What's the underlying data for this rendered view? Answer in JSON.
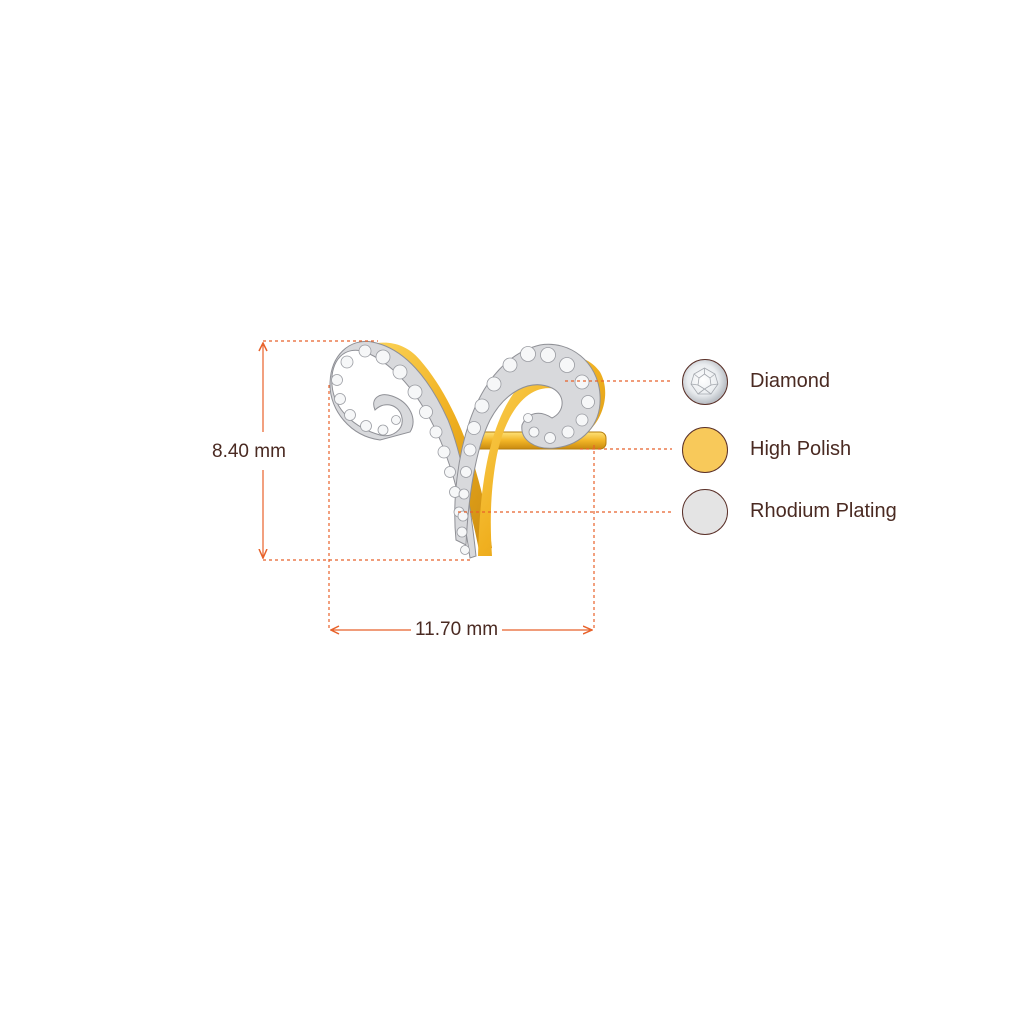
{
  "dimensions": {
    "height": "8.40 mm",
    "width": "11.70 mm"
  },
  "legend": {
    "items": [
      {
        "label": "Diamond",
        "color": "#f2f2f2"
      },
      {
        "label": "High Polish",
        "color": "#f8c95a"
      },
      {
        "label": "Rhodium Plating",
        "color": "#e4e4e4"
      }
    ]
  },
  "colors": {
    "dimension_line": "#e8622a",
    "gold": "#f0b020",
    "gold_dark": "#c98a10",
    "text": "#4a2a22"
  },
  "product": {
    "icon": "aries-stud-earring-icon"
  }
}
